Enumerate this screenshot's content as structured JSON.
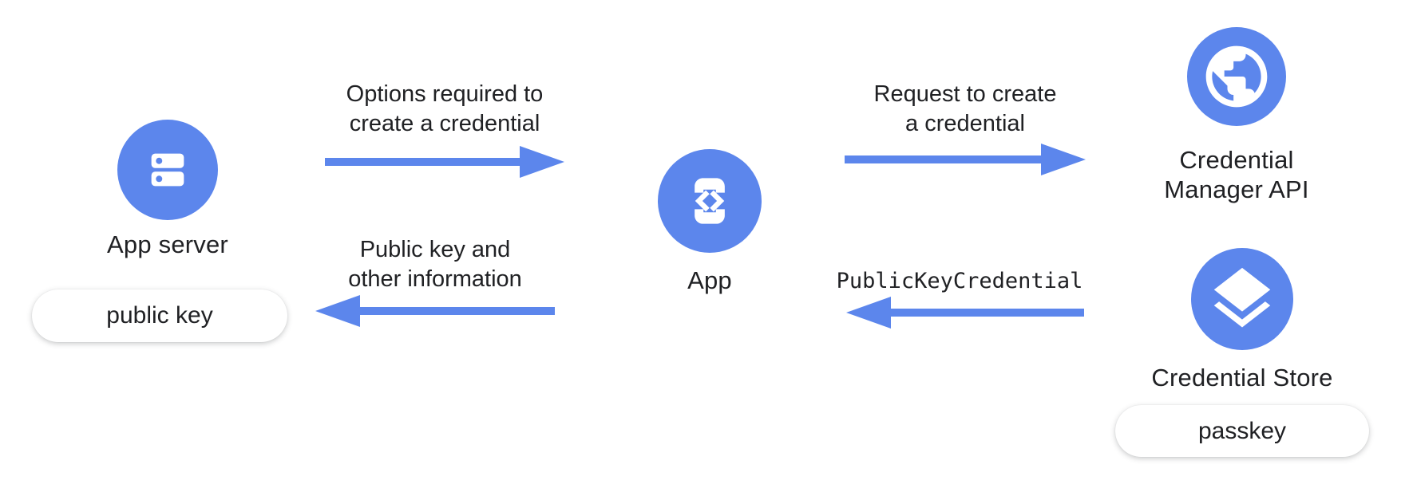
{
  "colors": {
    "accent_blue": "#5C86EC",
    "text": "#202124",
    "background": "#ffffff",
    "pill_background": "#ffffff"
  },
  "nodes": {
    "app_server": {
      "label": "App server",
      "icon": "server-icon",
      "badge": "public key"
    },
    "app": {
      "label": "App",
      "icon": "phone-code-icon"
    },
    "credential_manager_api": {
      "label_line1": "Credential",
      "label_line2": "Manager API",
      "icon": "globe-icon"
    },
    "credential_store": {
      "label": "Credential Store",
      "icon": "layers-icon",
      "badge": "passkey"
    }
  },
  "arrows": {
    "options": {
      "line1": "Options required to",
      "line2": "create a credential",
      "direction": "right",
      "from": "app_server",
      "to": "app"
    },
    "request": {
      "line1": "Request to create",
      "line2": "a credential",
      "direction": "right",
      "from": "app",
      "to": "credential_manager_api"
    },
    "public_key_credential": {
      "label": "PublicKeyCredential",
      "direction": "left",
      "from": "credential_store",
      "to": "app"
    },
    "public_key_info": {
      "line1": "Public key and",
      "line2": "other information",
      "direction": "left",
      "from": "app",
      "to": "app_server"
    }
  }
}
